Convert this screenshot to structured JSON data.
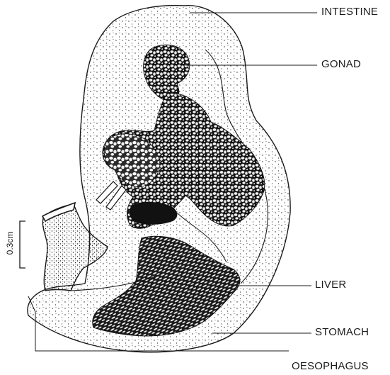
{
  "labels": {
    "intestine": "INTESTINE",
    "gonad": "GONAD",
    "liver": "LIVER",
    "stomach": "STOMACH",
    "oesophagus": "OESOPHAGUS"
  },
  "scale_bar": {
    "text": "0.3cm"
  },
  "colors": {
    "ink": "#1a1a1a",
    "background": "#ffffff"
  }
}
